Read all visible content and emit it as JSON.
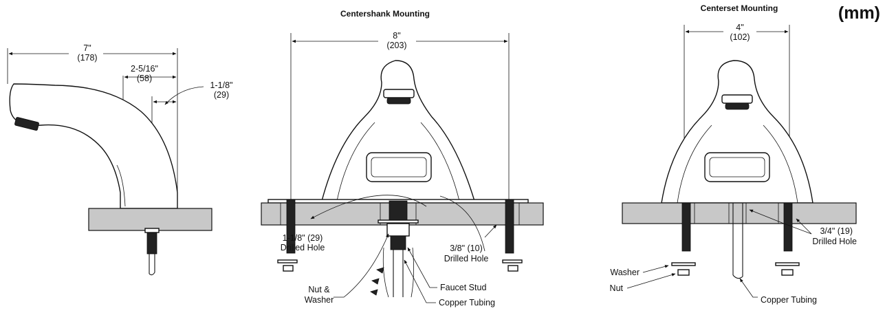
{
  "unit_label": "(mm)",
  "side_view": {
    "overall": {
      "in": "7\"",
      "mm": "(178)"
    },
    "spout": {
      "in": "2-5/16\"",
      "mm": "(58)"
    },
    "shank": {
      "in": "1-1/8\"",
      "mm": "(29)"
    }
  },
  "centershank": {
    "title": "Centershank Mounting",
    "width": {
      "in": "8\"",
      "mm": "(203)"
    },
    "drilled_hole_large": {
      "line1": "1-1/8\" (29)",
      "line2": "Drilled Hole"
    },
    "drilled_hole_small": {
      "line1": "3/8\" (10)",
      "line2": "Drilled Hole"
    },
    "nut_washer": {
      "line1": "Nut &",
      "line2": "Washer"
    },
    "faucet_stud": "Faucet Stud",
    "copper_tubing": "Copper Tubing"
  },
  "centerset": {
    "title": "Centerset Mounting",
    "width": {
      "in": "4\"",
      "mm": "(102)"
    },
    "drilled_hole": {
      "line1": "3/4\" (19)",
      "line2": "Drilled  Hole"
    },
    "washer": "Washer",
    "nut": "Nut",
    "copper_tubing": "Copper Tubing"
  }
}
